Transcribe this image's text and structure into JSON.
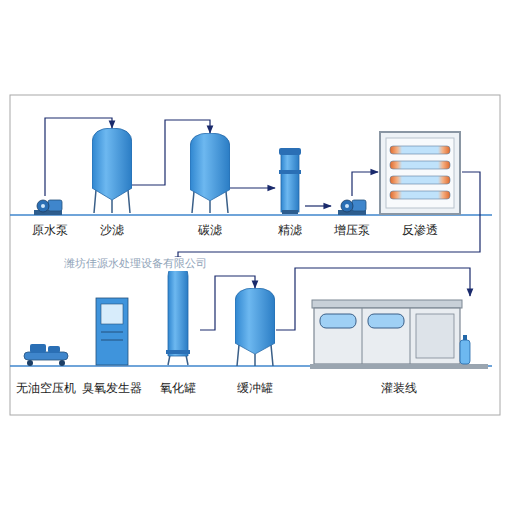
{
  "diagram": {
    "nodes": [
      {
        "text": [
          "原水泵"
        ]
      },
      {
        "text": [
          "沙滤"
        ]
      },
      {
        "text": [
          "碳滤"
        ]
      },
      {
        "text": [
          "精滤"
        ]
      },
      {
        "text": [
          "增压泵"
        ]
      },
      {
        "text": [
          "反渗透"
        ]
      },
      {
        "text": [
          "无油空压机"
        ]
      },
      {
        "text": [
          "臭氧发生器"
        ]
      },
      {
        "text": [
          "氧化罐"
        ]
      },
      {
        "text": [
          "缓冲罐"
        ]
      },
      {
        "text": [
          "灌装线"
        ]
      }
    ],
    "edges": [
      {
        "from": 0,
        "to": 1,
        "arrow": "to"
      },
      {
        "from": 1,
        "to": 2,
        "arrow": "to"
      },
      {
        "from": 2,
        "to": 3,
        "arrow": "to"
      },
      {
        "from": 3,
        "to": 4,
        "arrow": "to"
      },
      {
        "from": 4,
        "to": 5,
        "arrow": "to"
      },
      {
        "from": 5,
        "to": 8,
        "arrow": "to"
      },
      {
        "from": 8,
        "to": 9,
        "arrow": "to"
      },
      {
        "from": 9,
        "to": 10,
        "arrow": "to"
      }
    ],
    "labels": [
      "潍坊佳源水处理设备有限公司"
    ]
  }
}
